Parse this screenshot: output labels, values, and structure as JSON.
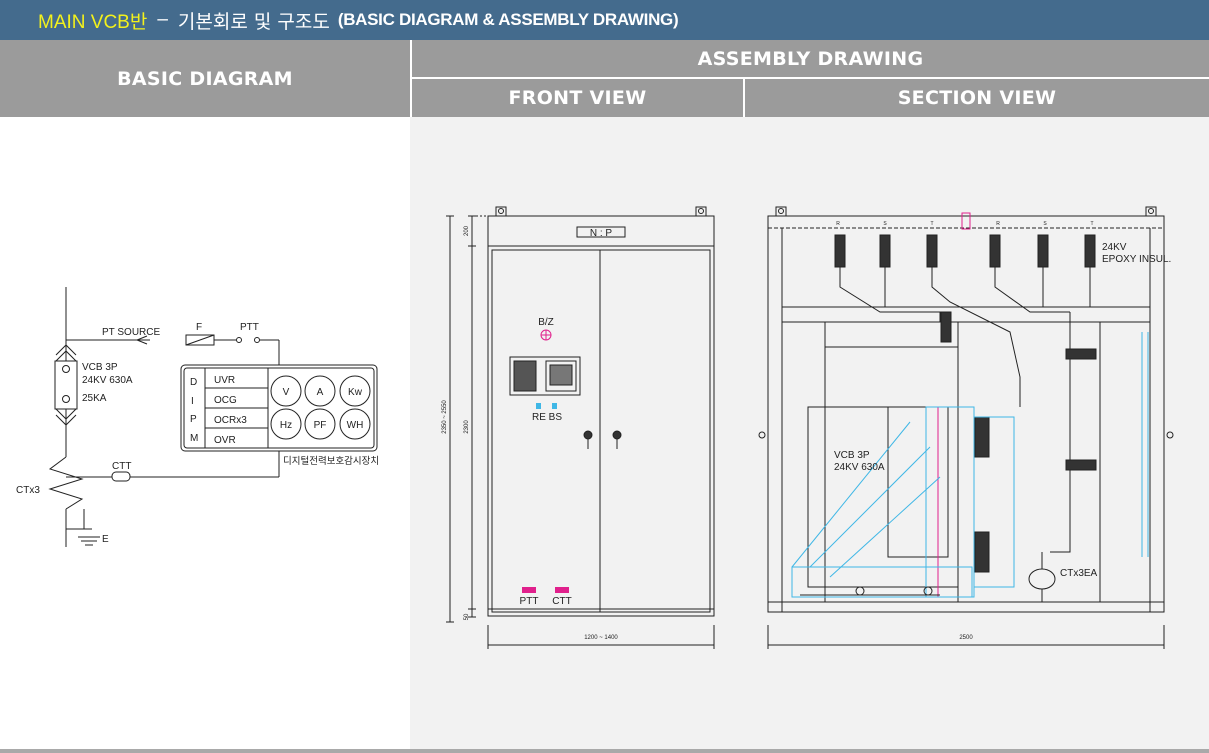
{
  "title": {
    "main": "MAIN VCB반",
    "dash": "–",
    "korean": "기본회로 및 구조도",
    "english": "(BASIC DIAGRAM & ASSEMBLY DRAWING)"
  },
  "headers": {
    "basic": "BASIC DIAGRAM",
    "assembly": "ASSEMBLY DRAWING",
    "front": "FRONT VIEW",
    "section": "SECTION VIEW"
  },
  "basic_diagram": {
    "pt_source": "PT SOURCE",
    "fuse": "F",
    "ptt": "PTT",
    "vcb_line1": "VCB 3P",
    "vcb_line2": "24KV 630A",
    "vcb_line3": "25KA",
    "ctt": "CTT",
    "ctx": "CTx3",
    "earth": "E",
    "dipm_letters": [
      "D",
      "I",
      "P",
      "M"
    ],
    "relays": [
      "UVR",
      "OCG",
      "OCRx3",
      "OVR"
    ],
    "meters": [
      "V",
      "A",
      "Kw",
      "Hz",
      "PF",
      "WH"
    ],
    "device_caption": "디지털전력보호감시장치"
  },
  "front_view": {
    "np": "N : P",
    "bz": "B/Z",
    "re_bs": "RE BS",
    "ptt": "PTT",
    "ctt": "CTT",
    "dim_top": "200",
    "dim_height": "2300",
    "dim_total": "2350 ~ 2550",
    "dim_bottom": "50",
    "dim_width": "1200 ~ 1400"
  },
  "section_view": {
    "insulator_line1": "24KV",
    "insulator_line2": "EPOXY INSUL.",
    "vcb_line1": "VCB 3P",
    "vcb_line2": "24KV 630A",
    "ct": "CTx3EA",
    "phase_labels": [
      "R",
      "S",
      "T",
      "R",
      "S",
      "T"
    ],
    "dim_width": "2500"
  },
  "colors": {
    "title_bg": "#446b8d",
    "title_highlight": "#f3f11c",
    "header_bg": "#9b9b9b",
    "drawing_bg": "#f2f2f2",
    "cyan": "#3fb7e6",
    "magenta": "#e0208c"
  }
}
